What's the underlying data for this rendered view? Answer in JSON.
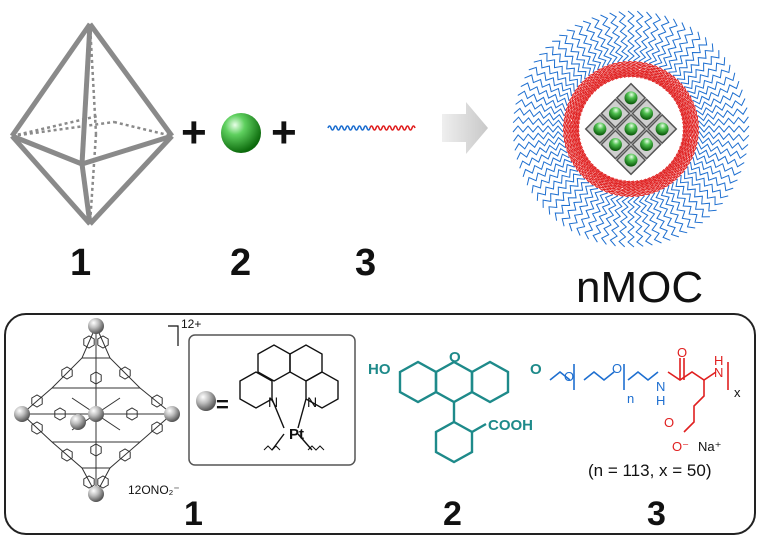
{
  "top": {
    "plus_1": "+",
    "plus_2": "+",
    "label_1": "1",
    "label_2": "2",
    "label_3": "3",
    "product_label": "nMOC"
  },
  "bottom": {
    "charge": "12+",
    "counter_ion": "12ONO₂⁻",
    "equals": "=",
    "pt_label": "Pt",
    "n_atom": "N",
    "label_1": "1",
    "label_2": "2",
    "label_3": "3",
    "fluor_ho": "HO",
    "fluor_o": "O",
    "fluor_carbonyl": "O",
    "fluor_cooh": "COOH",
    "peg_o1": "O",
    "peg_o2": "O",
    "peg_n": "n",
    "peg_nh": "N",
    "peg_h": "H",
    "pga_o_top": "O",
    "pga_nh": "N",
    "pga_h": "H",
    "pga_x": "x",
    "pga_o_bottom": "O",
    "pga_o_minus": "O⁻",
    "pga_na": "Na⁺",
    "params": "(n = 113, x = 50)"
  },
  "colors": {
    "cage": "#8a8a8a",
    "sphere": "#2fa02f",
    "peg": "#1e6fd0",
    "pga": "#e02020",
    "fluorescein": "#1e8a8a",
    "arrow": "#d8d8d8"
  }
}
